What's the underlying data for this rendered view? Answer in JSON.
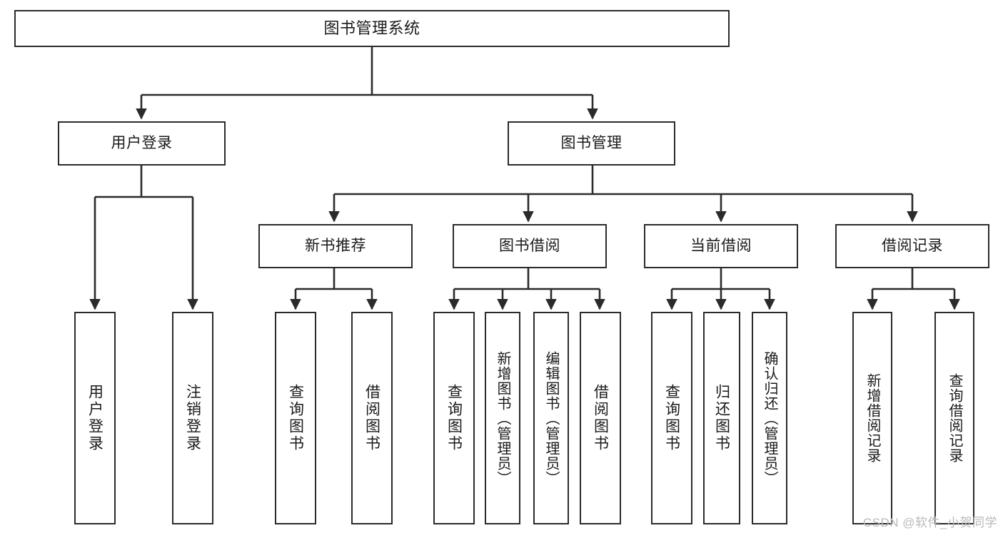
{
  "diagram": {
    "title": "图书管理系统",
    "type": "hierarchy-tree",
    "root": {
      "label": "图书管理系统"
    },
    "level2": [
      {
        "label": "用户登录"
      },
      {
        "label": "图书管理"
      }
    ],
    "level3": [
      {
        "label": "新书推荐"
      },
      {
        "label": "图书借阅"
      },
      {
        "label": "当前借阅"
      },
      {
        "label": "借阅记录"
      }
    ],
    "leaves": {
      "user_login": [
        {
          "label": "用户登录"
        },
        {
          "label": "注销登录"
        }
      ],
      "new_book_recommend": [
        {
          "label": "查询图书"
        },
        {
          "label": "借阅图书"
        }
      ],
      "book_borrow": [
        {
          "label": "查询图书"
        },
        {
          "label": "新增图书（管理员）"
        },
        {
          "label": "编辑图书（管理员）"
        },
        {
          "label": "借阅图书"
        }
      ],
      "current_borrow": [
        {
          "label": "查询图书"
        },
        {
          "label": "归还图书"
        },
        {
          "label": "确认归还（管理员）"
        }
      ],
      "borrow_record": [
        {
          "label": "新增借阅记录"
        },
        {
          "label": "查询借阅记录"
        }
      ]
    }
  },
  "watermark": {
    "text": "CSDN @软件_小贺同学"
  },
  "colors": {
    "border": "#2b2b2b",
    "background": "#ffffff",
    "text": "#1a1a1a",
    "watermark": "#b9b9b9"
  }
}
